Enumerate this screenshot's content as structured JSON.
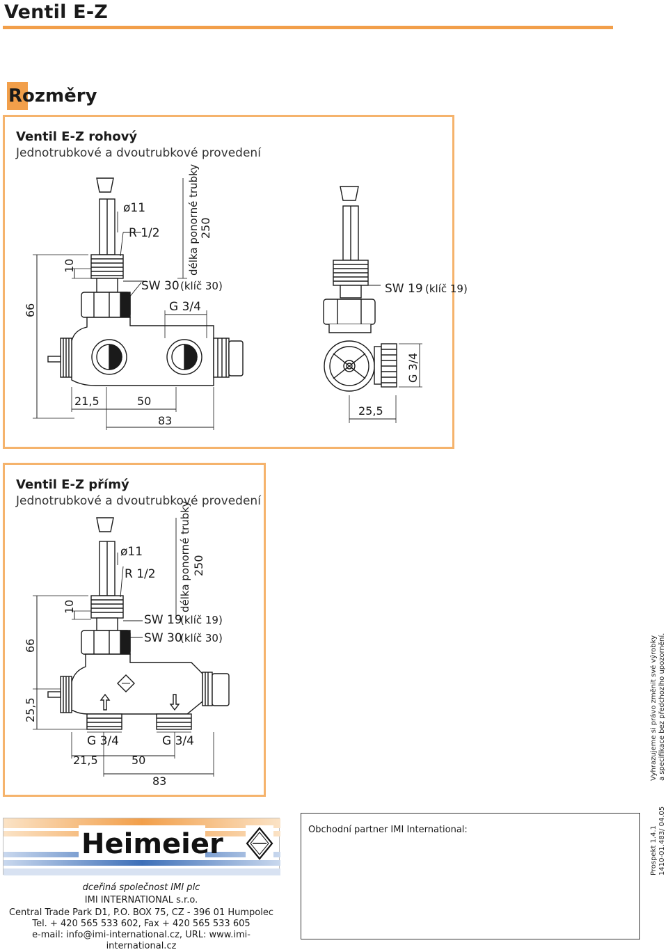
{
  "header": {
    "title": "Ventil E-Z"
  },
  "section": {
    "heading": "Rozměry"
  },
  "angle_valve": {
    "title": "Ventil E-Z rohový",
    "subtitle": "Jednotrubkové a dvoutrubkové provedení",
    "dims": {
      "d11": "ø11",
      "r12": "R 1/2",
      "len": "délka ponorné trubky",
      "l250": "250",
      "h10": "10",
      "h66": "66",
      "sw30": "SW 30",
      "klic30": "(klíč 30)",
      "g34a": "G 3/4",
      "w215": "21,5",
      "w50": "50",
      "w83": "83",
      "sw19": "SW 19",
      "klic19": "(klíč 19)",
      "g34b": "G 3/4",
      "w255": "25,5"
    }
  },
  "straight_valve": {
    "title": "Ventil E-Z přímý",
    "subtitle": "Jednotrubkové a dvoutrubkové provedení",
    "dims": {
      "d11": "ø11",
      "r12": "R 1/2",
      "len": "délka ponorné trubky",
      "l250": "250",
      "h10": "10",
      "h66": "66",
      "h255": "25,5",
      "sw19": "SW 19",
      "klic19": "(klíč 19)",
      "sw30": "SW 30",
      "klic30": "(klíč 30)",
      "g34a": "G 3/4",
      "g34b": "G 3/4",
      "w215": "21,5",
      "w50": "50",
      "w83": "83"
    }
  },
  "footer": {
    "brand": "Heimeier",
    "lines": [
      "dceřiná společnost IMI plc",
      "IMI INTERNATIONAL s.r.o.",
      "Central Trade Park D1, P.O. BOX 75, CZ - 396 01 Humpolec",
      "Tel. + 420 565 533 602, Fax + 420 565 533 605",
      "e-mail: info@imi-international.cz, URL: www.imi-international.cz"
    ],
    "partner_label": "Obchodní partner IMI International:"
  },
  "side_note": {
    "line1": "Vyhrazujeme si právo změnit své výrobky",
    "line2": "a specifikace bez předchozího upozornění.",
    "prospekt": "Prospekt 1.4.1",
    "code": "1410-01.483/ 04.05"
  },
  "colors": {
    "accent": "#f29f4a",
    "panel_border": "#f5b36c"
  }
}
